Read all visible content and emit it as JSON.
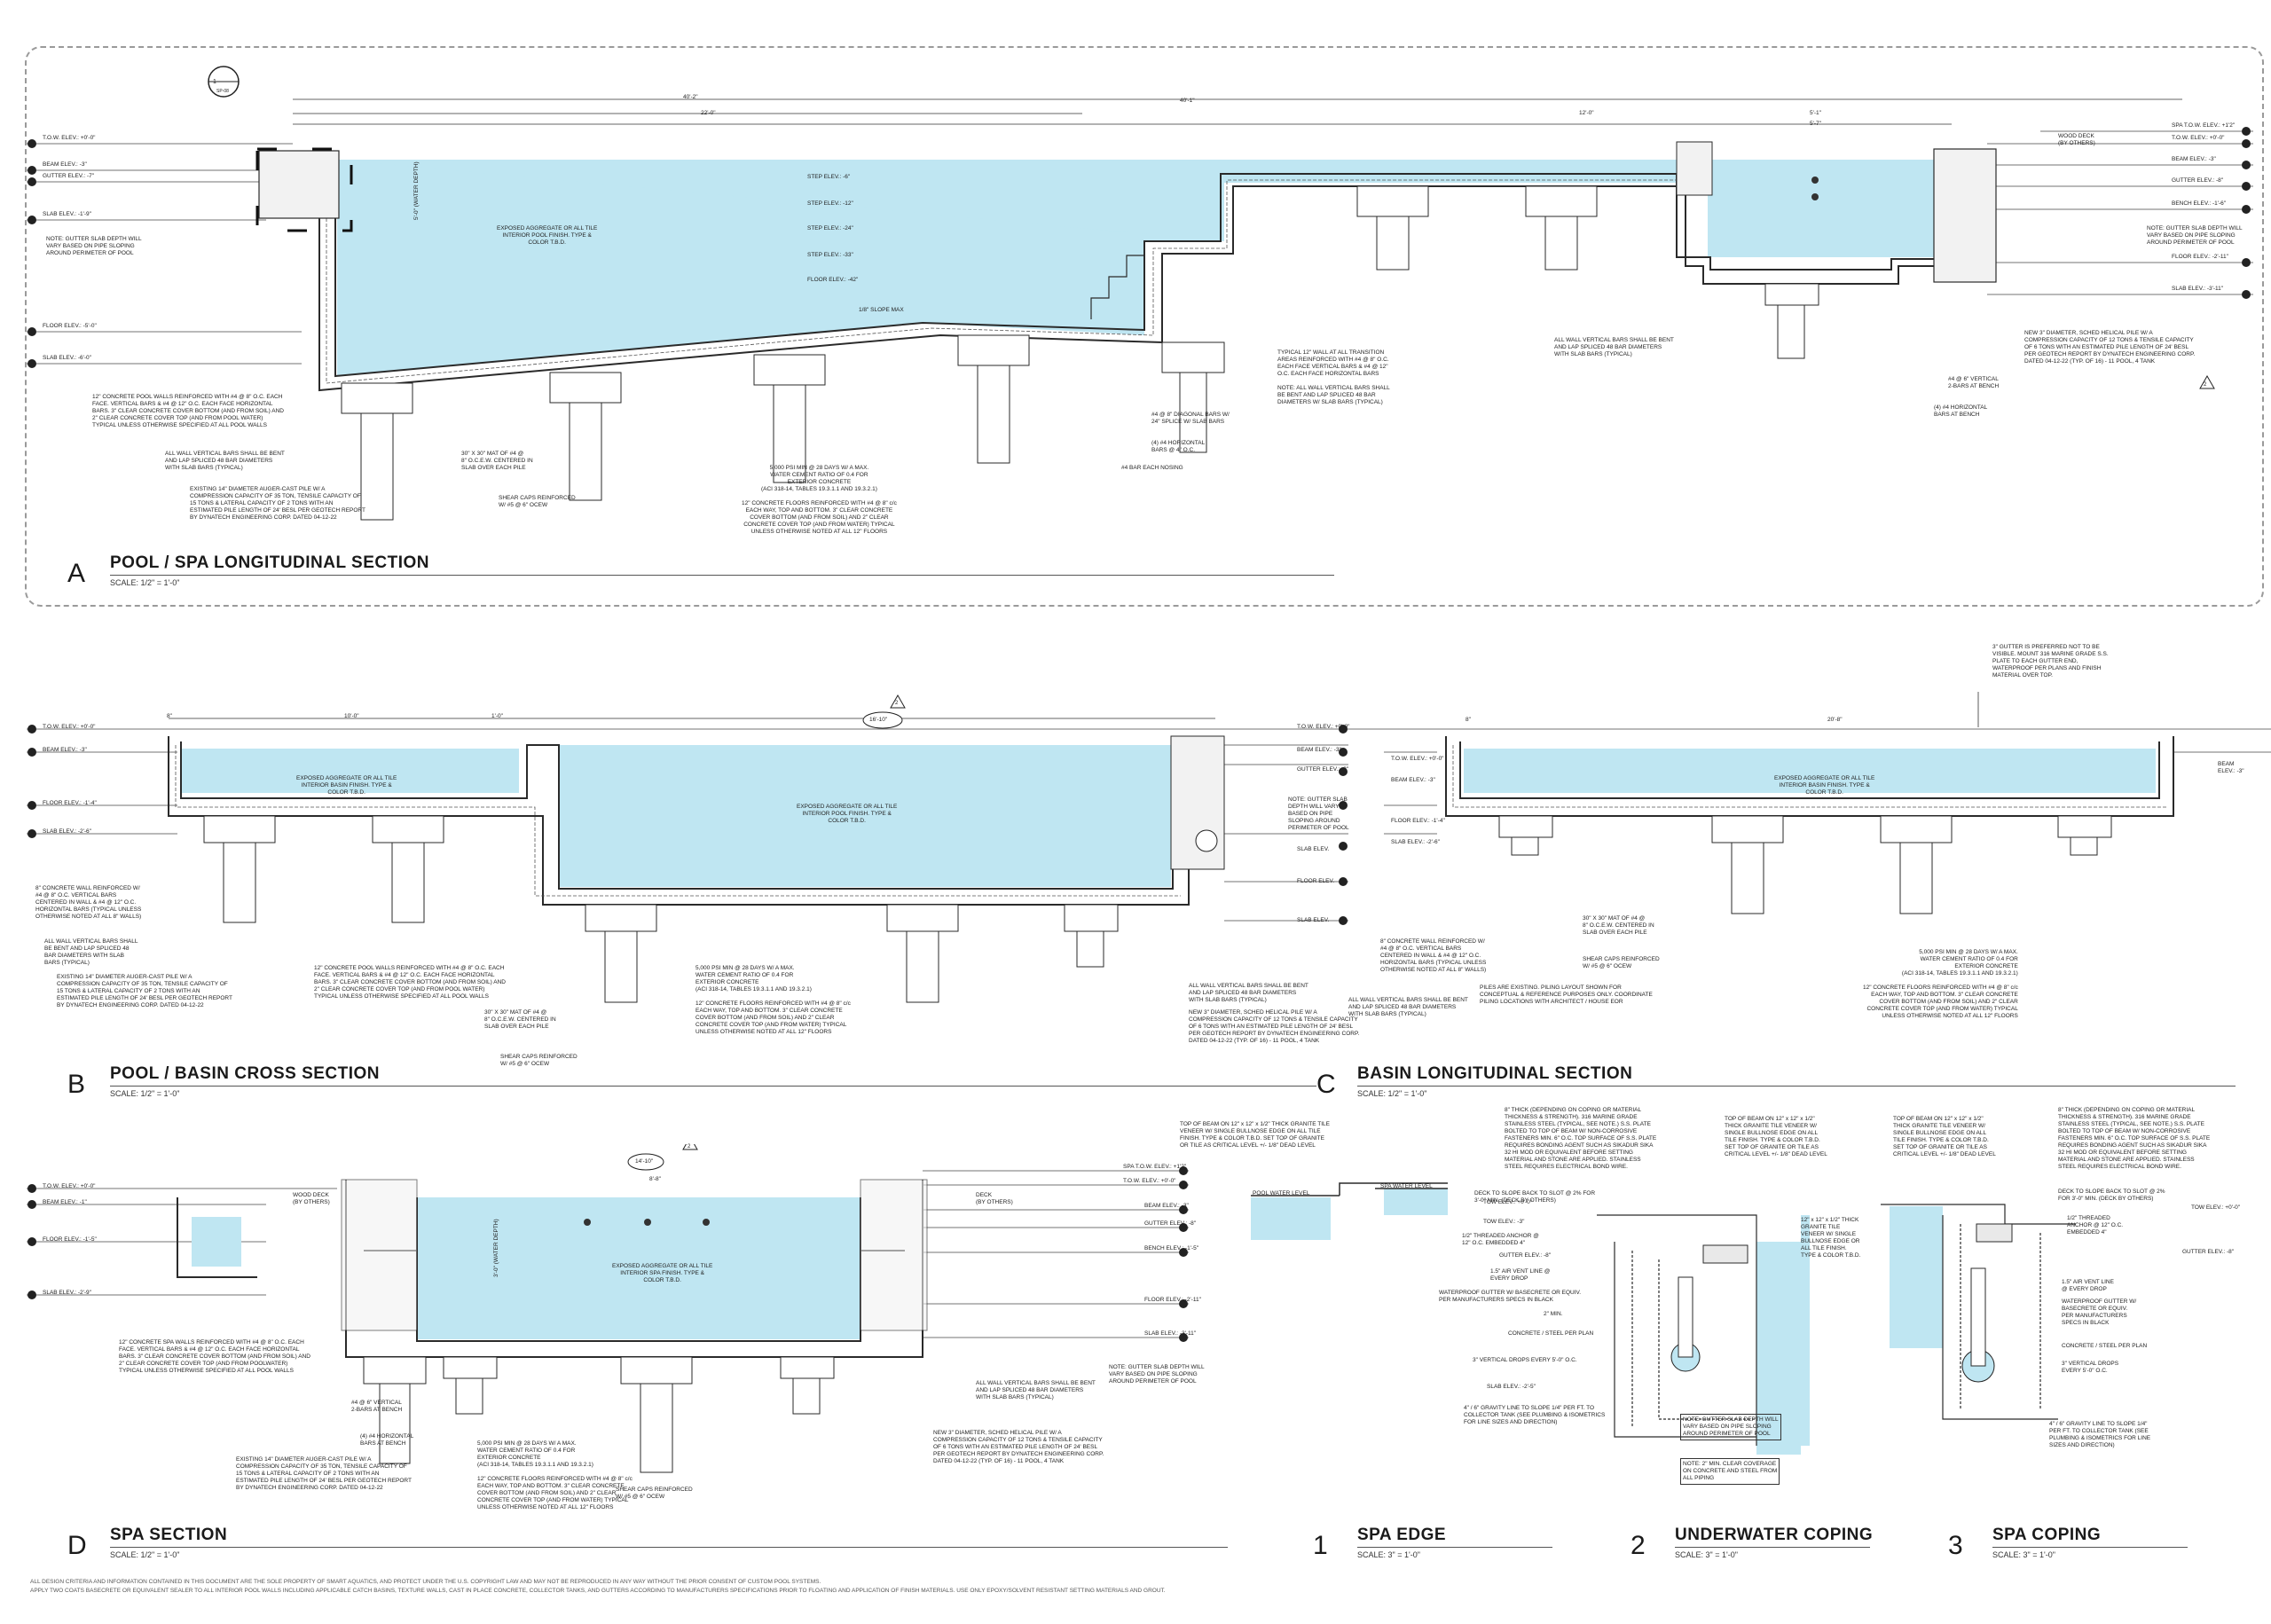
{
  "sections": {
    "a": {
      "letter": "A",
      "title": "POOL / SPA LONGITUDINAL SECTION",
      "scale": "SCALE: 1/2\" = 1'-0\""
    },
    "b": {
      "letter": "B",
      "title": "POOL / BASIN CROSS SECTION",
      "scale": "SCALE: 1/2\" = 1'-0\""
    },
    "c": {
      "letter": "C",
      "title": "BASIN LONGITUDINAL SECTION",
      "scale": "SCALE: 1/2\" = 1'-0\""
    },
    "d": {
      "letter": "D",
      "title": "SPA SECTION",
      "scale": "SCALE: 1/2\" = 1'-0\""
    },
    "d1": {
      "letter": "1",
      "title": "SPA EDGE",
      "scale": "SCALE: 3\" = 1'-0\""
    },
    "d2": {
      "letter": "2",
      "title": "UNDERWATER COPING",
      "scale": "SCALE: 3\" = 1'-0\""
    },
    "d3": {
      "letter": "3",
      "title": "SPA COPING",
      "scale": "SCALE: 3\" = 1'-0\""
    }
  },
  "a": {
    "callout_number": "1",
    "callout_sheet": "SP-08",
    "dims": {
      "overall": "40'-2\"",
      "left": "40'-1\"",
      "seg1": "22'-0\"",
      "seg2": "12'-0\"",
      "spa": "5'-1\"",
      "spa_inner": "5'-7\""
    },
    "elev_left": [
      "T.O.W. ELEV.: +0'-0\"",
      "BEAM ELEV.: -3\"",
      "GUTTER ELEV.: -7\"",
      "SLAB ELEV.: -1'-9\"",
      "FLOOR ELEV.: -5'-0\"",
      "SLAB ELEV.: -6'-0\""
    ],
    "elev_right": [
      "SPA T.O.W. ELEV.: +1'2\"",
      "T.O.W. ELEV.: +0'-0\"",
      "BEAM ELEV.: -3\"",
      "GUTTER ELEV.: -8\"",
      "BENCH ELEV.: -1'-6\"",
      "FLOOR ELEV.: -2'-11\"",
      "SLAB ELEV.: -3'-11\""
    ],
    "steps": [
      "STEP ELEV.: -6\"",
      "STEP ELEV.: -12\"",
      "STEP ELEV.: -24\"",
      "STEP ELEV.: -33\"",
      "FLOOR ELEV.: -42\""
    ],
    "finish_note": "EXPOSED AGGREGATE OR ALL TILE\nINTERIOR POOL FINISH. TYPE &\nCOLOR T.B.D.",
    "slope_note": "1/8\" SLOPE MAX",
    "note_left": "NOTE: GUTTER SLAB DEPTH WILL\nVARY BASED ON PIPE SLOPING\nAROUND PERIMETER OF POOL",
    "note_right": "NOTE: GUTTER SLAB DEPTH WILL\nVARY BASED ON PIPE SLOPING\nAROUND PERIMETER OF POOL",
    "wood_deck": "WOOD DECK\n(BY OTHERS)",
    "note_walls": "12\" CONCRETE POOL WALLS REINFORCED WITH #4 @ 8\" O.C. EACH\nFACE. VERTICAL BARS & #4 @ 12\" O.C. EACH FACE HORIZONTAL\nBARS. 3\" CLEAR CONCRETE COVER BOTTOM (AND FROM SOIL) AND\n2\" CLEAR CONCRETE COVER TOP (AND FROM POOL WATER)\nTYPICAL UNLESS OTHERWISE SPECIFIED AT ALL POOL WALLS",
    "note_vert": "ALL WALL VERTICAL BARS SHALL BE BENT\nAND LAP SPLICED 48 BAR DIAMETERS\nWITH SLAB BARS (TYPICAL)",
    "note_pile": "EXISTING 14\" DIAMETER AUGER-CAST PILE W/ A\nCOMPRESSION CAPACITY OF 35 TON, TENSILE CAPACITY OF\n15 TONS & LATERAL CAPACITY OF 2 TONS WITH AN\nESTIMATED PILE LENGTH OF 24' BESL PER GEOTECH REPORT\nBY DYNATECH ENGINEERING CORP. DATED 04-12-22",
    "note_mat": "30\" X 30\" MAT OF #4 @\n8\" O.C.E.W. CENTERED IN\nSLAB OVER EACH PILE",
    "note_shear": "SHEAR CAPS REINFORCED\nW/ #5 @ 6\" OCEW",
    "note_floor": "5,000 PSI MIN @ 28 DAYS W/ A MAX.\nWATER CEMENT RATIO OF 0.4 FOR\nEXTERIOR CONCRETE\n(ACI 318-14, TABLES 19.3.1.1 AND 19.3.2.1)\n\n12\" CONCRETE FLOORS REINFORCED WITH #4 @ 8\" c/c\nEACH WAY, TOP AND BOTTOM. 3\" CLEAR CONCRETE\nCOVER BOTTOM (AND FROM SOIL) AND 2\" CLEAR\nCONCRETE COVER TOP (AND FROM WATER) TYPICAL\nUNLESS OTHERWISE NOTED AT ALL 12\" FLOORS",
    "note_diag": "#4 @ 8\" DIAGONAL BARS W/\n24\" SPLICE W/ SLAB BARS",
    "note_horiz": "(4) #4 HORIZONTAL\nBARS @ 4\" O.C.",
    "note_nosing": "#4 BAR EACH NOSING",
    "note_trans": "TYPICAL 12\" WALL AT ALL TRANSITION\nAREAS REINFORCED WITH #4 @ 8\" O.C.\nEACH FACE VERTICAL BARS & #4 @ 12\"\nO.C. EACH FACE HORIZONTAL BARS\n\nNOTE: ALL WALL VERTICAL BARS SHALL\nBE BENT AND LAP SPLICED 48 BAR\nDIAMETERS W/ SLAB BARS (TYPICAL)",
    "note_spa_vert": "ALL WALL VERTICAL BARS SHALL BE BENT\nAND LAP SPLICED 48 BAR DIAMETERS\nWITH SLAB BARS (TYPICAL)",
    "note_helical": "NEW 3\" DIAMETER, SCHED HELICAL PILE W/ A\nCOMPRESSION CAPACITY OF 12 TONS & TENSILE CAPACITY\nOF 6 TONS WITH AN ESTIMATED PILE LENGTH OF 24' BESL\nPER GEOTECH REPORT BY DYNATECH ENGINEERING CORP.\nDATED 04-12-22 (TYP. OF 16) - 11 POOL, 4 TANK",
    "note_bench": "#4 @ 6\" VERTICAL\n2-BARS AT BENCH",
    "note_bench2": "(4) #4 HORIZONTAL\nBARS AT BENCH",
    "revision": "2",
    "water_depth": "5'-0\" (WATER DEPTH)"
  },
  "b": {
    "dims": {
      "left": "10'-0\"",
      "mid": "16'-10\"",
      "w1": "1'-0\"",
      "w2": "8\""
    },
    "elev_left": [
      "T.O.W. ELEV.: +0'-0\"",
      "BEAM ELEV.: -3\"",
      "FLOOR ELEV.: -1'-4\"",
      "SLAB ELEV.: -2'-6\""
    ],
    "elev_right": [
      "T.O.W. ELEV.: +0'-0\"",
      "BEAM ELEV.: -3\"",
      "GUTTER ELEV.: -8\"",
      "SLAB ELEV.",
      "FLOOR ELEV.",
      "SLAB ELEV."
    ],
    "finish_basin": "EXPOSED AGGREGATE OR ALL TILE\nINTERIOR BASIN FINISH. TYPE &\nCOLOR T.B.D.",
    "finish_pool": "EXPOSED AGGREGATE OR ALL TILE\nINTERIOR POOL FINISH. TYPE &\nCOLOR T.B.D.",
    "note_gutter": "NOTE: GUTTER SLAB\nDEPTH WILL VARY\nBASED ON PIPE\nSLOPING AROUND\nPERIMETER OF POOL",
    "note_wall8": "8\" CONCRETE WALL REINFORCED W/\n#4 @ 8\" O.C. VERTICAL BARS\nCENTERED IN WALL & #4 @ 12\" O.C.\nHORIZONTAL BARS (TYPICAL UNLESS\nOTHERWISE NOTED AT ALL 8\" WALLS)",
    "note_vert": "ALL WALL VERTICAL BARS SHALL\nBE BENT AND LAP SPLICED 48\nBAR DIAMETERS WITH SLAB\nBARS (TYPICAL)",
    "note_pile": "EXISTING 14\" DIAMETER AUGER-CAST PILE W/ A\nCOMPRESSION CAPACITY OF 35 TON, TENSILE CAPACITY OF\n15 TONS & LATERAL CAPACITY OF 2 TONS WITH AN\nESTIMATED PILE LENGTH OF 24' BESL PER GEOTECH REPORT\nBY DYNATECH ENGINEERING CORP. DATED 04-12-22",
    "note_walls": "12\" CONCRETE POOL WALLS REINFORCED WITH #4 @ 8\" O.C. EACH\nFACE. VERTICAL BARS & #4 @ 12\" O.C. EACH FACE HORIZONTAL\nBARS. 3\" CLEAR CONCRETE COVER BOTTOM (AND FROM SOIL) AND\n2\" CLEAR CONCRETE COVER TOP (AND FROM POOL WATER)\nTYPICAL UNLESS OTHERWISE SPECIFIED AT ALL POOL WALLS",
    "note_mat": "30\" X 30\" MAT OF #4 @\n8\" O.C.E.W. CENTERED IN\nSLAB OVER EACH PILE",
    "note_shear": "SHEAR CAPS REINFORCED\nW/ #5 @ 6\" OCEW",
    "note_floor": "5,000 PSI MIN @ 28 DAYS W/ A MAX.\nWATER CEMENT RATIO OF 0.4 FOR\nEXTERIOR CONCRETE\n(ACI 318-14, TABLES 19.3.1.1 AND 19.3.2.1)\n\n12\" CONCRETE FLOORS REINFORCED WITH #4 @ 8\" c/c\nEACH WAY, TOP AND BOTTOM. 3\" CLEAR CONCRETE\nCOVER BOTTOM (AND FROM SOIL) AND 2\" CLEAR\nCONCRETE COVER TOP (AND FROM WATER) TYPICAL\nUNLESS OTHERWISE NOTED AT ALL 12\" FLOORS",
    "note_spa_vert": "ALL WALL VERTICAL BARS SHALL BE BENT\nAND LAP SPLICED 48 BAR DIAMETERS\nWITH SLAB BARS (TYPICAL)",
    "note_helical": "NEW 3\" DIAMETER, SCHED HELICAL PILE W/ A\nCOMPRESSION CAPACITY OF 12 TONS & TENSILE CAPACITY\nOF 6 TONS WITH AN ESTIMATED PILE LENGTH OF 24' BESL\nPER GEOTECH REPORT BY DYNATECH ENGINEERING CORP.\nDATED 04-12-22 (TYP. OF 16) - 11 POOL, 4 TANK",
    "revision": "2"
  },
  "c": {
    "dims": {
      "overall": "20'-8\"",
      "w": "8\""
    },
    "elev_left": [
      "T.O.W. ELEV.: +0'-0\"",
      "BEAM ELEV.: -3\"",
      "FLOOR ELEV.: -1'-4\"",
      "SLAB ELEV.: -2'-6\""
    ],
    "beam_right": "BEAM\nELEV.: -3\"",
    "finish": "EXPOSED AGGREGATE OR ALL TILE\nINTERIOR BASIN FINISH. TYPE &\nCOLOR T.B.D.",
    "note_gutter_top": "3\" GUTTER IS PREFERRED NOT TO BE\nVISIBLE. MOUNT 316 MARINE GRADE S.S.\nPLATE TO EACH GUTTER END,\nWATERPROOF PER PLANS AND FINISH\nMATERIAL OVER TOP.",
    "note_wall8": "8\" CONCRETE WALL REINFORCED W/\n#4 @ 8\" O.C. VERTICAL BARS\nCENTERED IN WALL & #4 @ 12\" O.C.\nHORIZONTAL BARS (TYPICAL UNLESS\nOTHERWISE NOTED AT ALL 8\" WALLS)",
    "note_vert": "ALL WALL VERTICAL BARS SHALL BE BENT\nAND LAP SPLICED 48 BAR DIAMETERS\nWITH SLAB BARS (TYPICAL)",
    "note_mat": "30\" X 30\" MAT OF #4 @\n8\" O.C.E.W. CENTERED IN\nSLAB OVER EACH PILE",
    "note_shear": "SHEAR CAPS REINFORCED\nW/ #5 @ 6\" OCEW",
    "note_piles": "PILES ARE EXISTING. PILING LAYOUT SHOWN FOR\nCONCEPTUAL & REFERENCE PURPOSES ONLY. COORDINATE\nPILING LOCATIONS WITH ARCHITECT / HOUSE EOR",
    "note_floor": "5,000 PSI MIN @ 28 DAYS W/ A MAX.\nWATER CEMENT RATIO OF 0.4 FOR\nEXTERIOR CONCRETE\n(ACI 318-14, TABLES 19.3.1.1 AND 19.3.2.1)\n\n12\" CONCRETE FLOORS REINFORCED WITH #4 @ 8\" c/c\nEACH WAY, TOP AND BOTTOM. 3\" CLEAR CONCRETE\nCOVER BOTTOM (AND FROM SOIL) AND 2\" CLEAR\nCONCRETE COVER TOP (AND FROM WATER) TYPICAL\nUNLESS OTHERWISE NOTED AT ALL 12\" FLOORS"
  },
  "d": {
    "dims": {
      "overall": "14'-10\"",
      "inner": "8'-8\""
    },
    "elev_left": [
      "T.O.W. ELEV.: +0'-0\"",
      "BEAM ELEV.: -1\"",
      "FLOOR ELEV.: -1'-5\"",
      "SLAB ELEV.: -2'-9\""
    ],
    "elev_right": [
      "SPA T.O.W. ELEV.: +1'2\"",
      "T.O.W. ELEV.: +0'-0\"",
      "BEAM ELEV.: -3\"",
      "GUTTER ELEV.: -8\"",
      "BENCH ELEV.: -1'-5\"",
      "FLOOR ELEV.: -2'-11\"",
      "SLAB ELEV.: -3'-11\""
    ],
    "wood_deck": "WOOD DECK\n(BY OTHERS)",
    "deck": "DECK\n(BY OTHERS)",
    "finish": "EXPOSED AGGREGATE OR ALL TILE\nINTERIOR SPA FINISH. TYPE &\nCOLOR T.B.D.",
    "water_depth": "3'-0\" (WATER DEPTH)",
    "note_walls": "12\" CONCRETE SPA WALLS REINFORCED WITH #4 @ 8\" O.C. EACH\nFACE. VERTICAL BARS & #4 @ 12\" O.C. EACH FACE HORIZONTAL\nBARS. 3\" CLEAR CONCRETE COVER BOTTOM (AND FROM SOIL) AND\n2\" CLEAR CONCRETE COVER TOP (AND FROM POOLWATER)\nTYPICAL UNLESS OTHERWISE SPECIFIED AT ALL POOL WALLS",
    "note_bench": "#4 @ 6\" VERTICAL\n2-BARS AT BENCH",
    "note_bench2": "(4) #4 HORIZONTAL\nBARS AT BENCH",
    "note_pile": "EXISTING 14\" DIAMETER AUGER-CAST PILE W/ A\nCOMPRESSION CAPACITY OF 35 TON, TENSILE CAPACITY OF\n15 TONS & LATERAL CAPACITY OF 2 TONS WITH AN\nESTIMATED PILE LENGTH OF 24' BESL PER GEOTECH REPORT\nBY DYNATECH ENGINEERING CORP. DATED 04-12-22",
    "note_floor": "5,000 PSI MIN @ 28 DAYS W/ A MAX.\nWATER CEMENT RATIO OF 0.4 FOR\nEXTERIOR CONCRETE\n(ACI 318-14, TABLES 19.3.1.1 AND 19.3.2.1)\n\n12\" CONCRETE FLOORS REINFORCED WITH #4 @ 8\" c/c\nEACH WAY, TOP AND BOTTOM. 3\" CLEAR CONCRETE\nCOVER BOTTOM (AND FROM SOIL) AND 2\" CLEAR\nCONCRETE COVER TOP (AND FROM WATER) TYPICAL\nUNLESS OTHERWISE NOTED AT ALL 12\" FLOORS",
    "note_shear": "SHEAR CAPS REINFORCED\nW/ #5 @ 6\" OCEW",
    "note_vert": "ALL WALL VERTICAL BARS SHALL BE BENT\nAND LAP SPLICED 48 BAR DIAMETERS\nWITH SLAB BARS (TYPICAL)",
    "note_gutter": "NOTE: GUTTER SLAB DEPTH WILL\nVARY BASED ON PIPE SLOPING\nAROUND PERIMETER OF POOL",
    "note_helical": "NEW 3\" DIAMETER, SCHED HELICAL PILE W/ A\nCOMPRESSION CAPACITY OF 12 TONS & TENSILE CAPACITY\nOF 6 TONS WITH AN ESTIMATED PILE LENGTH OF 24' BESL\nPER GEOTECH REPORT BY DYNATECH ENGINEERING CORP.\nDATED 04-12-22 (TYP. OF 16) - 11 POOL, 4 TANK",
    "revision": "2"
  },
  "d1": {
    "top_note": "TOP OF BEAM ON 12\" x 12\" x 1/2\" THICK GRANITE TILE\nVENEER W/ SINGLE BULLNOSE EDGE ON ALL TILE\nFINISH. TYPE & COLOR T.B.D. SET TOP OF GRANITE\nOR TILE AS CRITICAL LEVEL +/- 1/8\" DEAD LEVEL",
    "pool_water": "POOL WATER LEVEL",
    "spa_water": "SPA WATER LEVEL"
  },
  "d2": {
    "top_left": "8\" THICK (DEPENDING ON COPING OR MATERIAL\nTHICKNESS & STRENGTH). 316 MARINE GRADE\nSTAINLESS STEEL (TYPICAL, SEE NOTE.) S.S. PLATE\nBOLTED TO TOP OF BEAM W/ NON-CORROSIVE\nFASTENERS MIN. 6\" O.C. TOP SURFACE OF S.S. PLATE\nREQUIRES BONDING AGENT SUCH AS SIKADUR SIKA\n32 HI MOD OR EQUIVALENT BEFORE SETTING\nMATERIAL AND STONE ARE APPLIED. STAINLESS\nSTEEL REQUIRES ELECTRICAL BOND WIRE.",
    "top_right": "TOP OF BEAM ON 12\" x 12\" x 1/2\"\nTHICK GRANITE TILE VENEER W/\nSINGLE BULLNOSE EDGE ON ALL\nTILE FINISH. TYPE & COLOR T.B.D.\nSET TOP OF GRANITE OR TILE AS\nCRITICAL LEVEL +/- 1/8\" DEAD LEVEL",
    "labels": [
      "DECK TO SLOPE BACK TO SLOT @ 2% FOR\n3'-0\" MIN. (DECK BY OTHERS)",
      "TOW ELEV.: +0'-0\"",
      "TOW ELEV.: -3\"",
      "1/2\" THREADED ANCHOR @\n12\" O.C. EMBEDDED 4\"",
      "GUTTER ELEV.: -8\"",
      "1.5\" AIR VENT LINE @\nEVERY DROP",
      "WATERPROOF GUTTER W/ BASECRETE OR EQUIV.\nPER MANUFACTURERS SPECS IN BLACK",
      "2\" MIN.",
      "CONCRETE / STEEL PER PLAN",
      "3\" VERTICAL DROPS EVERY 5'-0\" O.C.",
      "SLAB ELEV.: -2'-5\"",
      "4\" / 6\" GRAVITY LINE TO SLOPE 1/4\" PER FT. TO\nCOLLECTOR TANK (SEE PLUMBING & ISOMETRICS\nFOR LINE SIZES AND DIRECTION)"
    ],
    "side_note": "12\" x 12\" x 1/2\" THICK\nGRANITE TILE\nVENEER W/ SINGLE\nBULLNOSE EDGE OR\nALL TILE FINISH.\nTYPE & COLOR T.B.D.",
    "note_gutter": "NOTE: GUTTER SLAB DEPTH WILL\nVARY BASED ON PIPE SLOPING\nAROUND PERIMETER OF POOL",
    "note_cover": "NOTE: 2\" MIN. CLEAR COVERAGE\nON CONCRETE AND STEEL FROM\nALL PIPING"
  },
  "d3": {
    "top_left": "TOP OF BEAM ON 12\" x 12\" x 1/2\"\nTHICK GRANITE TILE VENEER W/\nSINGLE BULLNOSE EDGE ON ALL\nTILE FINISH. TYPE & COLOR T.B.D.\nSET TOP OF GRANITE OR TILE AS\nCRITICAL LEVEL +/- 1/8\" DEAD LEVEL",
    "top_right": "8\" THICK (DEPENDING ON COPING OR MATERIAL\nTHICKNESS & STRENGTH). 316 MARINE GRADE\nSTAINLESS STEEL (TYPICAL, SEE NOTE.) S.S. PLATE\nBOLTED TO TOP OF BEAM W/ NON-CORROSIVE\nFASTENERS MIN. 6\" O.C. TOP SURFACE OF S.S. PLATE\nREQUIRES BONDING AGENT SUCH AS SIKADUR SIKA\n32 HI MOD OR EQUIVALENT BEFORE SETTING\nMATERIAL AND STONE ARE APPLIED. STAINLESS\nSTEEL REQUIRES ELECTRICAL BOND WIRE.",
    "labels": [
      "DECK TO SLOPE BACK TO SLOT @ 2%\nFOR 3'-0\" MIN. (DECK BY OTHERS)",
      "TOW ELEV.: +0'-0\"",
      "1/2\" THREADED\nANCHOR @ 12\" O.C.\nEMBEDDED 4\"",
      "GUTTER ELEV.: -8\"",
      "1.5\" AIR VENT LINE\n@ EVERY DROP",
      "WATERPROOF GUTTER W/\nBASECRETE OR EQUIV.\nPER MANUFACTURERS\nSPECS IN BLACK",
      "CONCRETE / STEEL PER PLAN",
      "3\" VERTICAL DROPS\nEVERY 5'-0\" O.C.",
      "4\" / 6\" GRAVITY LINE TO SLOPE 1/4\"\nPER FT. TO COLLECTOR TANK (SEE\nPLUMBING & ISOMETRICS FOR LINE\nSIZES AND DIRECTION)"
    ]
  },
  "footer": {
    "line1": "ALL DESIGN CRITERIA AND INFORMATION CONTAINED IN THIS DOCUMENT ARE THE SOLE PROPERTY OF SMART AQUATICS, AND PROTECT UNDER THE U.S. COPYRIGHT LAW AND MAY NOT BE REPRODUCED IN ANY WAY WITHOUT THE PRIOR CONSENT OF CUSTOM POOL SYSTEMS.",
    "line2": "APPLY TWO COATS BASECRETE OR EQUIVALENT SEALER TO ALL INTERIOR POOL WALLS INCLUDING APPLICABLE CATCH BASINS, TEXTURE WALLS, CAST IN PLACE CONCRETE, COLLECTOR TANKS, AND GUTTERS ACCORDING TO MANUFACTURERS SPECIFICATIONS PRIOR TO FLOATING AND APPLICATION OF FINISH MATERIALS. USE ONLY EPOXY/SOLVENT RESISTANT SETTING MATERIALS AND GROUT."
  },
  "colors": {
    "water": "#bfe6f2",
    "line": "#2a2a2a",
    "concrete": "#e9e9e9"
  }
}
